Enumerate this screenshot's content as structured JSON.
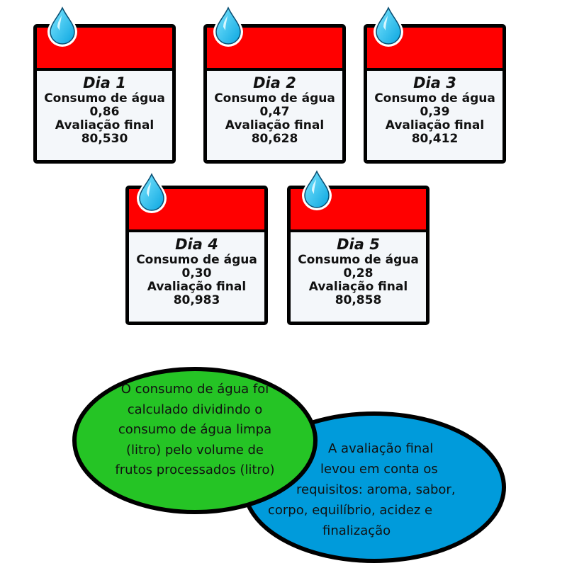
{
  "cards": [
    {
      "day": "Dia 1",
      "water_label": "Consumo de água",
      "water": "0,86",
      "score_label": "Avaliação final",
      "score": "80,530"
    },
    {
      "day": "Dia 2",
      "water_label": "Consumo de água",
      "water": "0,47",
      "score_label": "Avaliação final",
      "score": "80,628"
    },
    {
      "day": "Dia 3",
      "water_label": "Consumo de água",
      "water": "0,39",
      "score_label": "Avaliação final",
      "score": "80,412"
    },
    {
      "day": "Dia 4",
      "water_label": "Consumo de água",
      "water": "0,30",
      "score_label": "Avaliação final",
      "score": "80,983"
    },
    {
      "day": "Dia 5",
      "water_label": "Consumo de água",
      "water": "0,28",
      "score_label": "Avaliação final",
      "score": "80,858"
    }
  ],
  "notes": {
    "water": [
      "O consumo de água foi",
      "calculado dividindo o",
      "consumo de água limpa",
      "(litro) pelo volume de",
      "frutos processados (litro)"
    ],
    "score": [
      "A avaliação final",
      "levou em conta os",
      "requisitos: aroma, sabor,",
      "corpo, equilíbrio, acidez e",
      "finalização"
    ]
  },
  "colors": {
    "header": "#ff0000",
    "green": "#25c425",
    "blue": "#009bdb",
    "drop": "#1ec8f5"
  }
}
